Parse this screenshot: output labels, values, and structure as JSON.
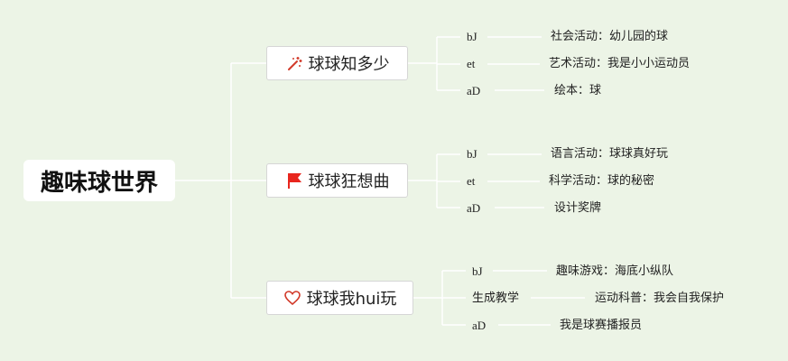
{
  "root": {
    "label": "趣味球世界"
  },
  "branches": [
    {
      "label": "球球知多少",
      "icon": "magic-wand-icon",
      "icon_color": "#d23a2a",
      "leaves": [
        {
          "tag": "bJ",
          "text": "社会活动：幼儿园的球"
        },
        {
          "tag": "et",
          "text": "艺术活动：我是小小运动员"
        },
        {
          "tag": "aD",
          "text": "绘本：球"
        }
      ]
    },
    {
      "label": "球球狂想曲",
      "icon": "flag-icon",
      "icon_color": "#e8261e",
      "leaves": [
        {
          "tag": "bJ",
          "text": "语言活动：球球真好玩"
        },
        {
          "tag": "et",
          "text": "科学活动：球的秘密"
        },
        {
          "tag": "aD",
          "text": "设计奖牌"
        }
      ]
    },
    {
      "label": "球球我hui玩",
      "icon": "heart-icon",
      "icon_color": "#d23a2a",
      "leaves": [
        {
          "tag": "bJ",
          "text": "趣味游戏：海底小纵队"
        },
        {
          "tag": "生成教学",
          "text": "运动科普：我会自我保护"
        },
        {
          "tag": "aD",
          "text": "我是球赛播报员"
        }
      ]
    }
  ]
}
